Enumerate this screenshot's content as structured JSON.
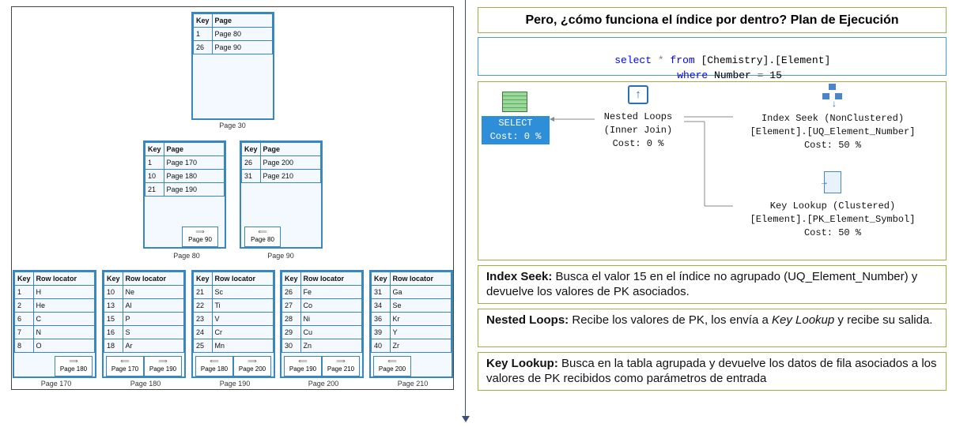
{
  "tree": {
    "root": {
      "caption": "Page 30",
      "headers": [
        "Key",
        "Page"
      ],
      "rows": [
        [
          "1",
          "Page 80"
        ],
        [
          "26",
          "Page 90"
        ]
      ]
    },
    "mid": [
      {
        "caption": "Page 80",
        "headers": [
          "Key",
          "Page"
        ],
        "rows": [
          [
            "1",
            "Page 170"
          ],
          [
            "10",
            "Page 180"
          ],
          [
            "21",
            "Page 190"
          ]
        ],
        "nav": "Page 90"
      },
      {
        "caption": "Page 90",
        "headers": [
          "Key",
          "Page"
        ],
        "rows": [
          [
            "26",
            "Page 200"
          ],
          [
            "31",
            "Page 210"
          ]
        ],
        "nav": "Page 80"
      }
    ],
    "leaves": [
      {
        "caption": "Page 170",
        "headers": [
          "Key",
          "Row locator"
        ],
        "rows": [
          [
            "1",
            "H"
          ],
          [
            "2",
            "He"
          ],
          [
            "6",
            "C"
          ],
          [
            "7",
            "N"
          ],
          [
            "8",
            "O"
          ]
        ],
        "nav": [
          "",
          "Page 180"
        ]
      },
      {
        "caption": "Page 180",
        "headers": [
          "Key",
          "Row locator"
        ],
        "rows": [
          [
            "10",
            "Ne"
          ],
          [
            "13",
            "Al"
          ],
          [
            "15",
            "P"
          ],
          [
            "16",
            "S"
          ],
          [
            "18",
            "Ar"
          ]
        ],
        "nav": [
          "Page 170",
          "Page 190"
        ]
      },
      {
        "caption": "Page 190",
        "headers": [
          "Key",
          "Row locator"
        ],
        "rows": [
          [
            "21",
            "Sc"
          ],
          [
            "22",
            "Ti"
          ],
          [
            "23",
            "V"
          ],
          [
            "24",
            "Cr"
          ],
          [
            "25",
            "Mn"
          ]
        ],
        "nav": [
          "Page 180",
          "Page 200"
        ]
      },
      {
        "caption": "Page 200",
        "headers": [
          "Key",
          "Row locator"
        ],
        "rows": [
          [
            "26",
            "Fe"
          ],
          [
            "27",
            "Co"
          ],
          [
            "28",
            "Ni"
          ],
          [
            "29",
            "Cu"
          ],
          [
            "30",
            "Zn"
          ]
        ],
        "nav": [
          "Page 190",
          "Page 210"
        ]
      },
      {
        "caption": "Page 210",
        "headers": [
          "Key",
          "Row locator"
        ],
        "rows": [
          [
            "31",
            "Ga"
          ],
          [
            "34",
            "Se"
          ],
          [
            "36",
            "Kr"
          ],
          [
            "39",
            "Y"
          ],
          [
            "40",
            "Zr"
          ]
        ],
        "nav": [
          "Page 200",
          ""
        ]
      }
    ]
  },
  "title": "Pero, ¿cómo funciona el índice por dentro? Plan de Ejecución",
  "query": {
    "select_kw": "select",
    "star": "*",
    "from_kw": "from",
    "table": "[Chemistry].[Element]",
    "where_kw": "where",
    "column": "Number",
    "eq": "=",
    "value": "15"
  },
  "plan": {
    "select": {
      "label": "SELECT",
      "cost": "Cost: 0 %",
      "icon": "select-icon"
    },
    "nested": {
      "line1": "Nested Loops",
      "line2": "(Inner Join)",
      "cost": "Cost: 0 %",
      "icon": "nested-loops-icon"
    },
    "seek": {
      "line1": "Index Seek (NonClustered)",
      "line2": "[Element].[UQ_Element_Number]",
      "cost": "Cost: 50 %",
      "icon": "index-seek-icon"
    },
    "lookup": {
      "line1": "Key Lookup (Clustered)",
      "line2": "[Element].[PK_Element_Symbol]",
      "cost": "Cost: 50 %",
      "icon": "key-lookup-icon"
    }
  },
  "descriptions": [
    {
      "term": "Index Seek:",
      "text": " Busca el valor 15 en el índice no agrupado (UQ_Element_Number) y devuelve los valores de PK asociados."
    },
    {
      "term": "Nested Loops:",
      "text": " Recibe los valores de PK, los envía a ",
      "italic": "Key Lookup",
      "text2": " y recibe su salida."
    },
    {
      "term": "Key Lookup:",
      "text": " Busca en la tabla agrupada y devuelve los datos de fila asociados a los valores de PK recibidos como parámetros de entrada"
    }
  ],
  "colors": {
    "accent_border": "#9cb14a",
    "query_border": "#4a9bd0",
    "select_bg": "#2e8fd8",
    "page_border": "#3a87c0"
  }
}
